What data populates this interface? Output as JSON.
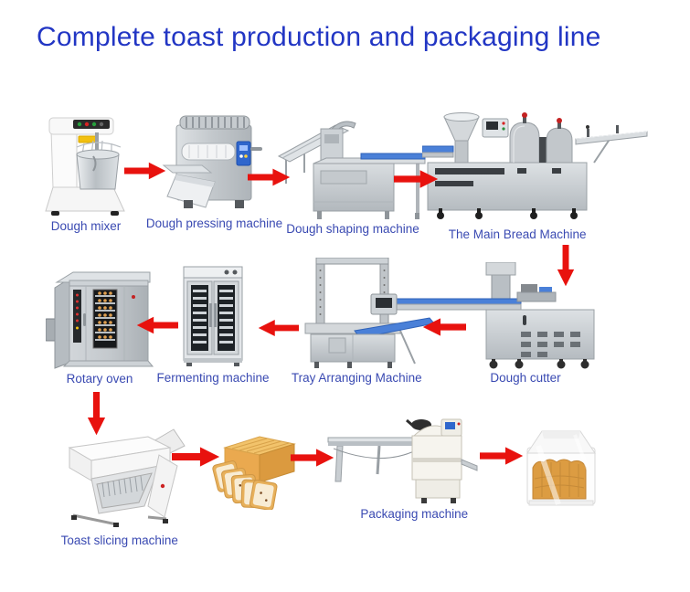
{
  "title": "Complete toast production and packaging line",
  "colors": {
    "title_blue": "#2236c4",
    "label_blue": "#3a4ab2",
    "arrow_red": "#e8120e",
    "conveyor_blue": "#4a80d8",
    "steel_gray": "#c9ced2"
  },
  "machines": [
    {
      "id": "dough-mixer",
      "label": "Dough mixer"
    },
    {
      "id": "dough-pressing-machine",
      "label": "Dough pressing machine"
    },
    {
      "id": "dough-shaping-machine",
      "label": "Dough shaping machine"
    },
    {
      "id": "main-bread-machine",
      "label": "The Main Bread Machine"
    },
    {
      "id": "dough-cutter",
      "label": "Dough cutter"
    },
    {
      "id": "tray-arranging-machine",
      "label": "Tray Arranging Machine"
    },
    {
      "id": "fermenting-machine",
      "label": "Fermenting machine"
    },
    {
      "id": "rotary-oven",
      "label": "Rotary oven"
    },
    {
      "id": "toast-slicing-machine",
      "label": "Toast slicing machine"
    },
    {
      "id": "sliced-toast",
      "label": ""
    },
    {
      "id": "packaging-machine",
      "label": "Packaging machine"
    },
    {
      "id": "packaged-toast",
      "label": ""
    }
  ],
  "flow_arrows": [
    {
      "from": "dough-mixer",
      "to": "dough-pressing-machine",
      "direction": "right"
    },
    {
      "from": "dough-pressing-machine",
      "to": "dough-shaping-machine",
      "direction": "right"
    },
    {
      "from": "dough-shaping-machine",
      "to": "main-bread-machine",
      "direction": "right"
    },
    {
      "from": "main-bread-machine",
      "to": "dough-cutter",
      "direction": "down"
    },
    {
      "from": "dough-cutter",
      "to": "tray-arranging-machine",
      "direction": "left"
    },
    {
      "from": "tray-arranging-machine",
      "to": "fermenting-machine",
      "direction": "left"
    },
    {
      "from": "fermenting-machine",
      "to": "rotary-oven",
      "direction": "left"
    },
    {
      "from": "rotary-oven",
      "to": "toast-slicing-machine",
      "direction": "down"
    },
    {
      "from": "toast-slicing-machine",
      "to": "sliced-toast",
      "direction": "right"
    },
    {
      "from": "sliced-toast",
      "to": "packaging-machine",
      "direction": "right"
    },
    {
      "from": "packaging-machine",
      "to": "packaged-toast",
      "direction": "right"
    }
  ]
}
